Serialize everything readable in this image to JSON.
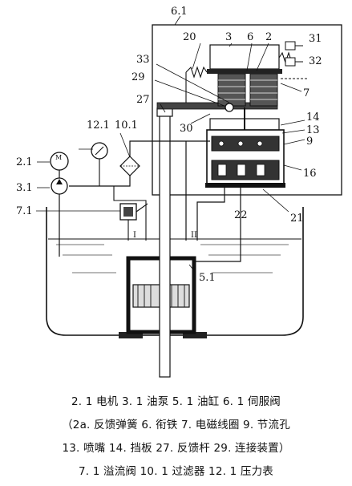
{
  "labels": {
    "servo_valve": "6.1",
    "feedback_spring": "20",
    "armature_num": "3",
    "six": "6",
    "two": "2",
    "n31": "31",
    "n32": "32",
    "n33": "33",
    "n29": "29",
    "n7": "7",
    "n27": "27",
    "n14": "14",
    "n13": "13",
    "n9": "9",
    "n30": "30",
    "n16": "16",
    "pressure_gauge": "12.1",
    "filter": "10.1",
    "motor": "2.1",
    "motor_symbol": "M",
    "pump": "3.1",
    "relief_valve": "7.1",
    "n22": "22",
    "n21": "21",
    "cylinder": "5.1",
    "port_left": "I",
    "port_right": "II"
  },
  "caption": {
    "line1": "2. 1 电机   3. 1 油泵   5. 1 油缸   6. 1 伺服阀",
    "line2": "（2a. 反馈弹簧   6. 衔铁   7. 电磁线圈   9. 节流孔",
    "line3": "13. 喷嘴   14. 挡板   27. 反馈杆   29. 连接装置）",
    "line4": "7. 1 溢流阀   10. 1 过滤器   12. 1 压力表"
  }
}
